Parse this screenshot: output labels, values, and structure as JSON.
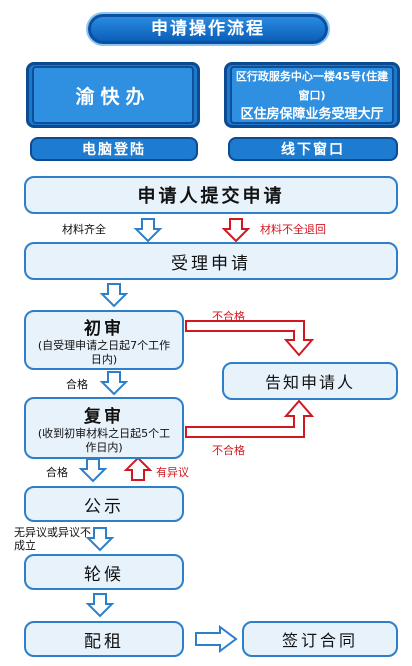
{
  "title": "申请操作流程",
  "channels": {
    "online_name": "渝快办",
    "online_tag": "电脑登陆",
    "offline_line1": "区行政服务中心一楼45号(住建窗口)",
    "offline_line2": "区住房保障业务受理大厅",
    "offline_tag": "线下窗口"
  },
  "steps": {
    "submit": "申请人提交申请",
    "accept": "受理申请",
    "first_review": "初审",
    "first_review_note": "(自受理申请之日起7个工作日内)",
    "second_review": "复审",
    "second_review_note": "(收到初审材料之日起5个工作日内)",
    "notify": "告知申请人",
    "publicity": "公示",
    "waiting": "轮候",
    "allocation": "配租",
    "contract": "签订合同"
  },
  "labels": {
    "materials_complete": "材料齐全",
    "materials_incomplete": "材料不全退回",
    "pass1": "合格",
    "pass2": "合格",
    "fail1": "不合格",
    "fail2": "不合格",
    "objection": "有异议",
    "no_objection": "无异议或异议不成立"
  },
  "colors": {
    "blue": "#2d7fc9",
    "red": "#d01820"
  }
}
